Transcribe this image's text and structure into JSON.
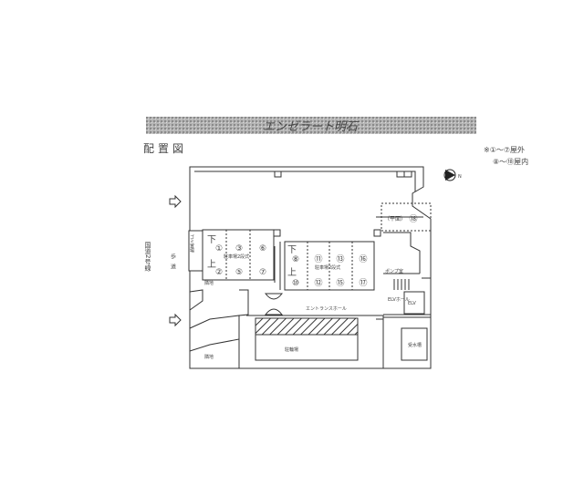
{
  "title": "エンゼラート明石",
  "subtitle": "配置図",
  "note": {
    "line1": "※①～⑦屋外",
    "line2": "⑧～⑱屋内"
  },
  "north_label": "N",
  "road": "国道2号線",
  "sidewalk": "歩道",
  "rooms": {
    "garbage": "ゴミ置場",
    "parking_left": "駐車場2段式",
    "parking_right": "駐車場2段式",
    "neighbor_top": "隣地",
    "neighbor_bottom": "隣地",
    "entrance": "エントランスホール",
    "bike": "駐輪場",
    "pump": "ポンプ室",
    "elv_hall": "ELVホール",
    "elv": "ELV",
    "water_tank": "受水槽",
    "flat": "（平面）",
    "down_left": "下",
    "up_left": "上",
    "down_right": "下",
    "up_right": "上"
  },
  "slots": {
    "left_top": [
      "①",
      "③",
      "⑥"
    ],
    "left_bottom": [
      "②",
      "⑤",
      "⑦"
    ],
    "right_top": [
      "⑧",
      "⑪",
      "⑬",
      "⑯"
    ],
    "right_bottom": [
      "⑩",
      "⑫",
      "⑮",
      "⑰"
    ],
    "flat": "⑱"
  }
}
